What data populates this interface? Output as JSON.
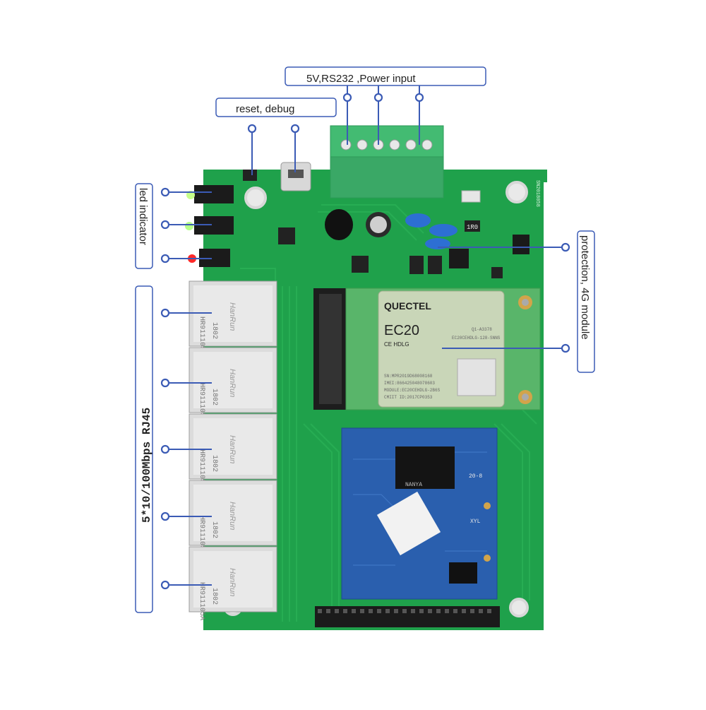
{
  "labels": {
    "power_input": "5V,RS232 ,Power input",
    "reset_debug": "reset, debug",
    "led_indicator": "led indicator",
    "protection_4g": "protection, 4G module",
    "rj45": "5*10/100Mbps RJ45"
  },
  "pcb_text": {
    "quectel_logo": "QUECTEL",
    "module_model": "EC20",
    "module_sub": "CE HDLG",
    "module_small1": "Q1-A3378",
    "module_small2": "EC20CEHDLG-128-SNNS",
    "module_lines": [
      "SN:MPR2019D68008168",
      "IMEI:866425048078603",
      "MODULE:EC20CEHDLG-2B6S",
      "CMIIT ID:2017CP0353"
    ],
    "rj45_code": "HR911105A",
    "rj45_num": "1802",
    "rj45_brand": "HanRun",
    "som_brand": "NANYA",
    "som_label": "XYL",
    "som_num": "20-8",
    "board_code": "SN2018058",
    "resistor_code": "1R0"
  },
  "colors": {
    "pcb": "#1fa14b",
    "pcb_dark": "#138a3a",
    "callout": "#3b5bb5",
    "terminal": "#3fb870",
    "module": "#c9d6b8",
    "som": "#2a5fae"
  }
}
